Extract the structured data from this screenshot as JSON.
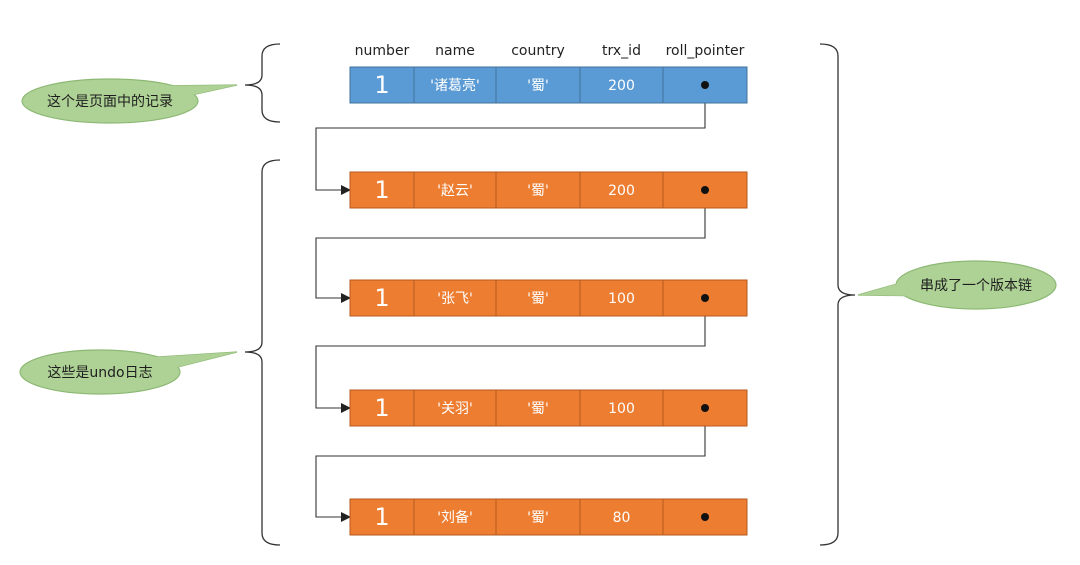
{
  "columns": [
    "number",
    "name",
    "country",
    "trx_id",
    "roll_pointer"
  ],
  "page_record": {
    "number": "1",
    "name": "'诸葛亮'",
    "country": "'蜀'",
    "trx_id": "200"
  },
  "undo_log": [
    {
      "number": "1",
      "name": "'赵云'",
      "country": "'蜀'",
      "trx_id": "200"
    },
    {
      "number": "1",
      "name": "'张飞'",
      "country": "'蜀'",
      "trx_id": "100"
    },
    {
      "number": "1",
      "name": "'关羽'",
      "country": "'蜀'",
      "trx_id": "100"
    },
    {
      "number": "1",
      "name": "'刘备'",
      "country": "'蜀'",
      "trx_id": "80"
    }
  ],
  "callouts": {
    "page_record": "这个是页面中的记录",
    "undo_log": "这些是undo日志",
    "version_chain": "串成了一个版本链"
  },
  "colors": {
    "record_fill": "#5b9bd5",
    "record_stroke": "#41719c",
    "undo_fill": "#ed7d31",
    "undo_stroke": "#b55a1e",
    "callout_fill": "#aed295",
    "callout_stroke": "#8db874"
  }
}
